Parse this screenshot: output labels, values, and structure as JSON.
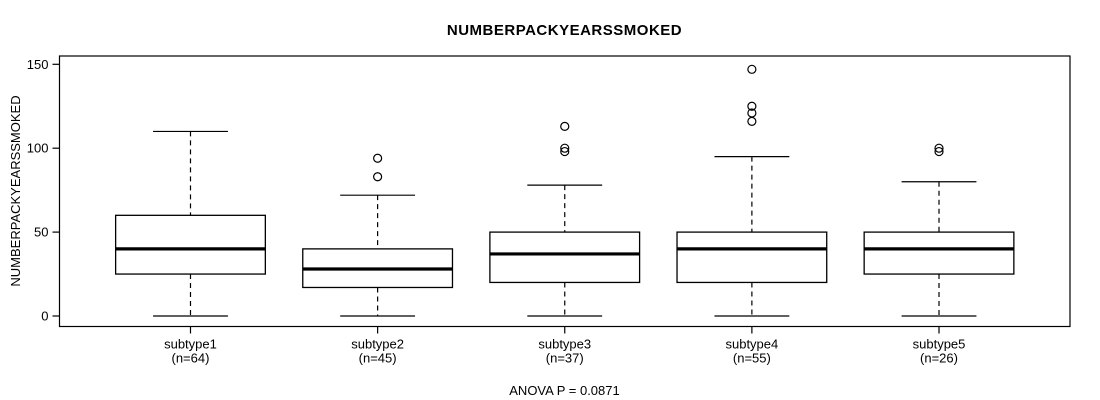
{
  "title": "NUMBERPACKYEARSSMOKED",
  "y_axis": {
    "label": "NUMBERPACKYEARSSMOKED"
  },
  "footer": {
    "text": "ANOVA P = 0.0871"
  },
  "chart_data": {
    "type": "boxplot",
    "title": "NUMBERPACKYEARSSMOKED",
    "xlabel": "",
    "ylabel": "NUMBERPACKYEARSSMOKED",
    "ylim": [
      0,
      150
    ],
    "yticks": [
      0,
      50,
      100,
      150
    ],
    "grid": false,
    "annotation": "ANOVA P = 0.0871",
    "categories": [
      "subtype1",
      "subtype2",
      "subtype3",
      "subtype4",
      "subtype5"
    ],
    "category_sublabels": [
      "(n=64)",
      "(n=45)",
      "(n=37)",
      "(n=55)",
      "(n=26)"
    ],
    "series": [
      {
        "name": "subtype1",
        "n": 64,
        "min": 0,
        "q1": 25,
        "median": 40,
        "q3": 60,
        "max": 110,
        "outliers": []
      },
      {
        "name": "subtype2",
        "n": 45,
        "min": 0,
        "q1": 17,
        "median": 28,
        "q3": 40,
        "max": 72,
        "outliers": [
          83,
          94
        ]
      },
      {
        "name": "subtype3",
        "n": 37,
        "min": 0,
        "q1": 20,
        "median": 37,
        "q3": 50,
        "max": 78,
        "outliers": [
          98,
          100,
          113
        ]
      },
      {
        "name": "subtype4",
        "n": 55,
        "min": 0,
        "q1": 20,
        "median": 40,
        "q3": 50,
        "max": 95,
        "outliers": [
          116,
          121,
          125,
          147
        ]
      },
      {
        "name": "subtype5",
        "n": 26,
        "min": 0,
        "q1": 25,
        "median": 40,
        "q3": 50,
        "max": 80,
        "outliers": [
          98,
          100
        ]
      }
    ],
    "colors": {
      "stroke": "#000000",
      "box_fill": "#ffffff",
      "background": "#ffffff"
    }
  }
}
